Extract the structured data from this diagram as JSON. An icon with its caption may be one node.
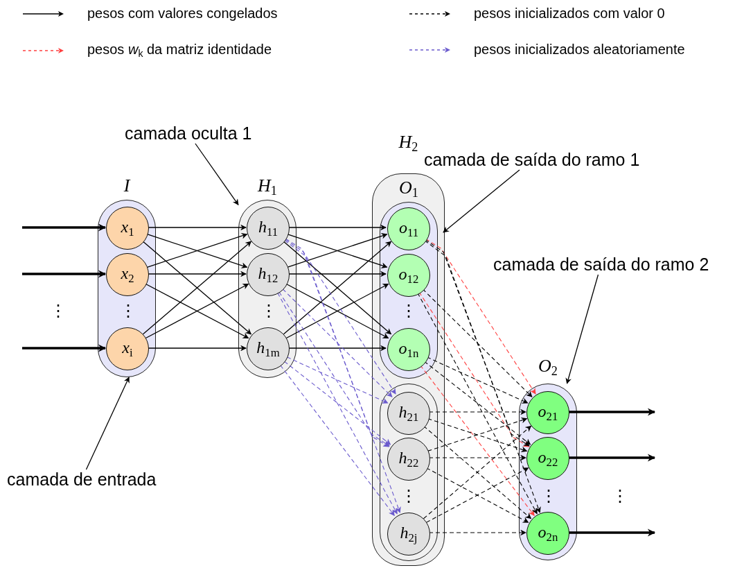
{
  "diagram": {
    "nodes": [
      {
        "text": [
          "I"
        ]
      },
      {
        "text": [
          "x$_{1}$"
        ],
        "in": 0
      },
      {
        "text": [
          "x$_{2}$"
        ],
        "in": 0
      },
      {
        "text": [
          "x$_{i}$"
        ],
        "in": 0
      },
      {
        "text": [
          "H$_{1}$"
        ]
      },
      {
        "text": [
          "h$_{11}$"
        ],
        "in": 4
      },
      {
        "text": [
          "h$_{12}$"
        ],
        "in": 4
      },
      {
        "text": [
          "h$_{1m}$"
        ],
        "in": 4
      },
      {
        "text": [
          "H$_{2}$"
        ]
      },
      {
        "text": [
          "O$_{1}$"
        ],
        "in": 8
      },
      {
        "text": [
          "o$_{11}$"
        ],
        "in": 9
      },
      {
        "text": [
          "o$_{12}$"
        ],
        "in": 9
      },
      {
        "text": [
          "o$_{1n}$"
        ],
        "in": 9
      },
      {
        "text": [],
        "shape": "box",
        "in": 8
      },
      {
        "text": [
          "h$_{21}$"
        ],
        "in": 13
      },
      {
        "text": [
          "h$_{22}$"
        ],
        "in": 13
      },
      {
        "text": [
          "h$_{2j}$"
        ],
        "in": 13
      },
      {
        "text": [
          "O$_{2}$"
        ]
      },
      {
        "text": [
          "o$_{21}$"
        ],
        "in": 17
      },
      {
        "text": [
          "o$_{22}$"
        ],
        "in": 17
      },
      {
        "text": [
          "o$_{2n}$"
        ],
        "in": 17
      },
      {
        "text": [
          "camada oculta 1"
        ]
      },
      {
        "text": [
          "camada de saída do ramo 1"
        ]
      },
      {
        "text": [
          "camada de saída do ramo 2"
        ]
      },
      {
        "text": [
          "camada de entrada"
        ]
      }
    ],
    "edges": [
      {
        "from": null,
        "to": 1,
        "arrow": "to",
        "style": "thick"
      },
      {
        "from": null,
        "to": 2,
        "arrow": "to",
        "style": "thick"
      },
      {
        "from": null,
        "to": 3,
        "arrow": "to",
        "style": "thick"
      },
      {
        "from": 1,
        "to": 5,
        "arrow": "to"
      },
      {
        "from": 1,
        "to": 6,
        "arrow": "to"
      },
      {
        "from": 1,
        "to": 7,
        "arrow": "to"
      },
      {
        "from": 2,
        "to": 5,
        "arrow": "to"
      },
      {
        "from": 2,
        "to": 6,
        "arrow": "to"
      },
      {
        "from": 2,
        "to": 7,
        "arrow": "to"
      },
      {
        "from": 3,
        "to": 5,
        "arrow": "to"
      },
      {
        "from": 3,
        "to": 6,
        "arrow": "to"
      },
      {
        "from": 3,
        "to": 7,
        "arrow": "to"
      },
      {
        "from": 5,
        "to": 10,
        "arrow": "to"
      },
      {
        "from": 5,
        "to": 11,
        "arrow": "to"
      },
      {
        "from": 5,
        "to": 12,
        "arrow": "to"
      },
      {
        "from": 6,
        "to": 10,
        "arrow": "to"
      },
      {
        "from": 6,
        "to": 11,
        "arrow": "to"
      },
      {
        "from": 6,
        "to": 12,
        "arrow": "to"
      },
      {
        "from": 7,
        "to": 10,
        "arrow": "to"
      },
      {
        "from": 7,
        "to": 11,
        "arrow": "to"
      },
      {
        "from": 7,
        "to": 12,
        "arrow": "to"
      },
      {
        "from": 5,
        "to": 14,
        "arrow": "to",
        "style": "dashed",
        "color": "#6a5acd"
      },
      {
        "from": 5,
        "to": 15,
        "arrow": "to",
        "style": "dashed",
        "color": "#6a5acd"
      },
      {
        "from": 5,
        "to": 16,
        "arrow": "to",
        "style": "dashed",
        "color": "#6a5acd"
      },
      {
        "from": 6,
        "to": 14,
        "arrow": "to",
        "style": "dashed",
        "color": "#6a5acd"
      },
      {
        "from": 6,
        "to": 15,
        "arrow": "to",
        "style": "dashed",
        "color": "#6a5acd"
      },
      {
        "from": 6,
        "to": 16,
        "arrow": "to",
        "style": "dashed",
        "color": "#6a5acd"
      },
      {
        "from": 7,
        "to": 14,
        "arrow": "to",
        "style": "dashed",
        "color": "#6a5acd"
      },
      {
        "from": 7,
        "to": 15,
        "arrow": "to",
        "style": "dashed",
        "color": "#6a5acd"
      },
      {
        "from": 7,
        "to": 16,
        "arrow": "to",
        "style": "dashed",
        "color": "#6a5acd"
      },
      {
        "from": 10,
        "to": 18,
        "arrow": "to",
        "style": "dashed",
        "color": "#ff4040"
      },
      {
        "from": 11,
        "to": 19,
        "arrow": "to",
        "style": "dashed",
        "color": "#ff4040"
      },
      {
        "from": 12,
        "to": 20,
        "arrow": "to",
        "style": "dashed",
        "color": "#ff4040"
      },
      {
        "from": 10,
        "to": 19,
        "arrow": "to",
        "style": "dashed"
      },
      {
        "from": 10,
        "to": 20,
        "arrow": "to",
        "style": "dashed"
      },
      {
        "from": 11,
        "to": 18,
        "arrow": "to",
        "style": "dashed"
      },
      {
        "from": 11,
        "to": 20,
        "arrow": "to",
        "style": "dashed"
      },
      {
        "from": 12,
        "to": 18,
        "arrow": "to",
        "style": "dashed"
      },
      {
        "from": 12,
        "to": 19,
        "arrow": "to",
        "style": "dashed"
      },
      {
        "from": 14,
        "to": 18,
        "arrow": "to",
        "style": "dashed"
      },
      {
        "from": 14,
        "to": 19,
        "arrow": "to",
        "style": "dashed"
      },
      {
        "from": 14,
        "to": 20,
        "arrow": "to",
        "style": "dashed"
      },
      {
        "from": 15,
        "to": 18,
        "arrow": "to",
        "style": "dashed"
      },
      {
        "from": 15,
        "to": 19,
        "arrow": "to",
        "style": "dashed"
      },
      {
        "from": 15,
        "to": 20,
        "arrow": "to",
        "style": "dashed"
      },
      {
        "from": 16,
        "to": 18,
        "arrow": "to",
        "style": "dashed"
      },
      {
        "from": 16,
        "to": 19,
        "arrow": "to",
        "style": "dashed"
      },
      {
        "from": 16,
        "to": 20,
        "arrow": "to",
        "style": "dashed"
      },
      {
        "from": 18,
        "to": null,
        "arrow": "to",
        "style": "thick"
      },
      {
        "from": 19,
        "to": null,
        "arrow": "to",
        "style": "thick"
      },
      {
        "from": 20,
        "to": null,
        "arrow": "to",
        "style": "thick"
      },
      {
        "from": 21,
        "to": 4,
        "arrow": "to"
      },
      {
        "from": 22,
        "to": 9,
        "arrow": "to"
      },
      {
        "from": 23,
        "to": 17,
        "arrow": "to"
      },
      {
        "from": 24,
        "to": 0,
        "arrow": "to"
      }
    ],
    "labels": [
      "⋮",
      "⋮",
      "⋮",
      "⋮",
      "⋮",
      "⋮",
      "⋮"
    ],
    "legend": [
      {
        "text": "pesos com valores congelados"
      },
      {
        "text": "pesos inicializados com valor 0"
      },
      {
        "text": "pesos *w*$_{k}$ da matriz identidade"
      },
      {
        "text": "pesos inicializados aleatoriamente"
      }
    ]
  }
}
